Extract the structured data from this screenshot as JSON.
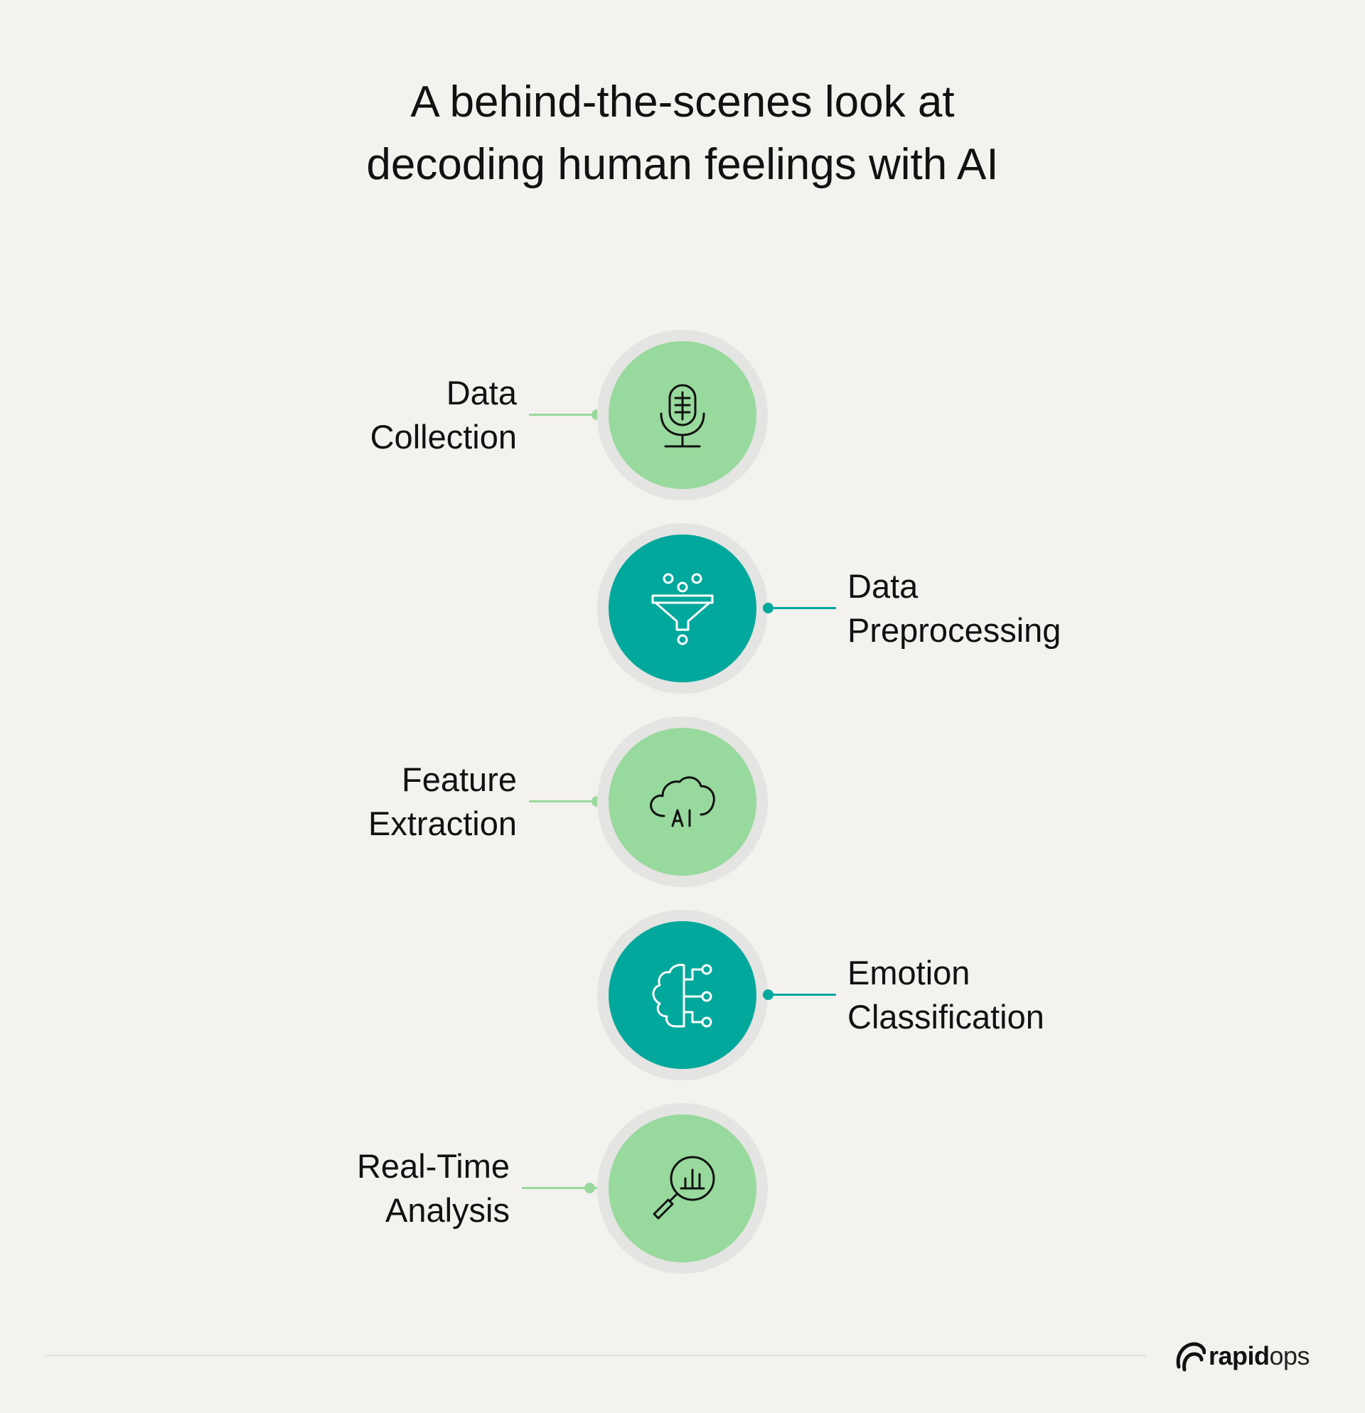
{
  "title": {
    "line1": "A behind-the-scenes look at",
    "line2": "decoding human feelings with AI"
  },
  "steps": [
    {
      "line1": "Data",
      "line2": "Collection",
      "icon": "microphone-icon"
    },
    {
      "line1": "Data",
      "line2": "Preprocessing",
      "icon": "funnel-icon"
    },
    {
      "line1": "Feature",
      "line2": "Extraction",
      "icon": "ai-cloud-icon"
    },
    {
      "line1": "Emotion",
      "line2": "Classification",
      "icon": "brain-circuit-icon"
    },
    {
      "line1": "Real-Time",
      "line2": "Analysis",
      "icon": "magnifier-chart-icon"
    }
  ],
  "colors": {
    "light_green": "#98d99d",
    "teal": "#02a89c",
    "background": "#f3f2ef"
  },
  "logo": {
    "bold": "rapid",
    "light": "ops"
  }
}
